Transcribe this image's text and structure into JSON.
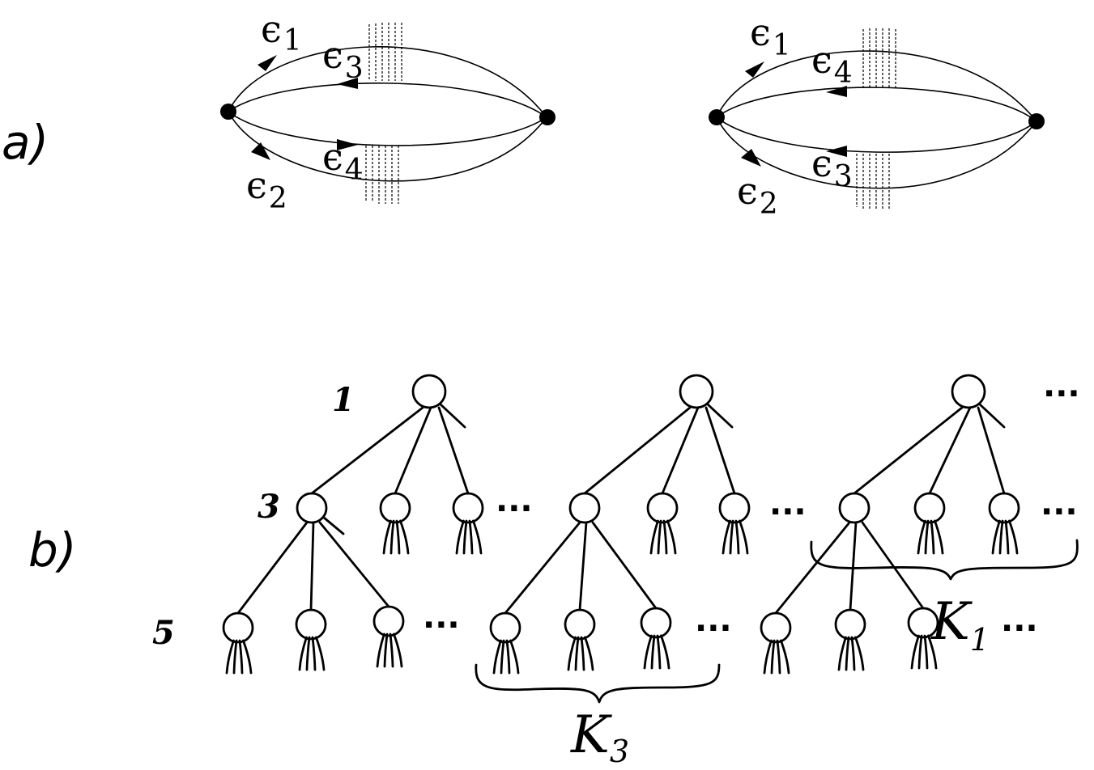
{
  "panel_a": {
    "label": "a)",
    "left": {
      "e1": {
        "sym": "ϵ",
        "sub": "1"
      },
      "e2": {
        "sym": "ϵ",
        "sub": "2"
      },
      "e3": {
        "sym": "ϵ",
        "sub": "3"
      },
      "e4": {
        "sym": "ϵ",
        "sub": "4"
      }
    },
    "right": {
      "e1": {
        "sym": "ϵ",
        "sub": "1"
      },
      "e2": {
        "sym": "ϵ",
        "sub": "2"
      },
      "e4": {
        "sym": "ϵ",
        "sub": "4"
      },
      "e3": {
        "sym": "ϵ",
        "sub": "3"
      }
    }
  },
  "panel_b": {
    "label": "b)",
    "levels": [
      "1",
      "3",
      "5"
    ],
    "k3": {
      "letter": "K",
      "sub": "3"
    },
    "k1": {
      "letter": "K",
      "sub": "1"
    },
    "ellipsis": "..."
  }
}
